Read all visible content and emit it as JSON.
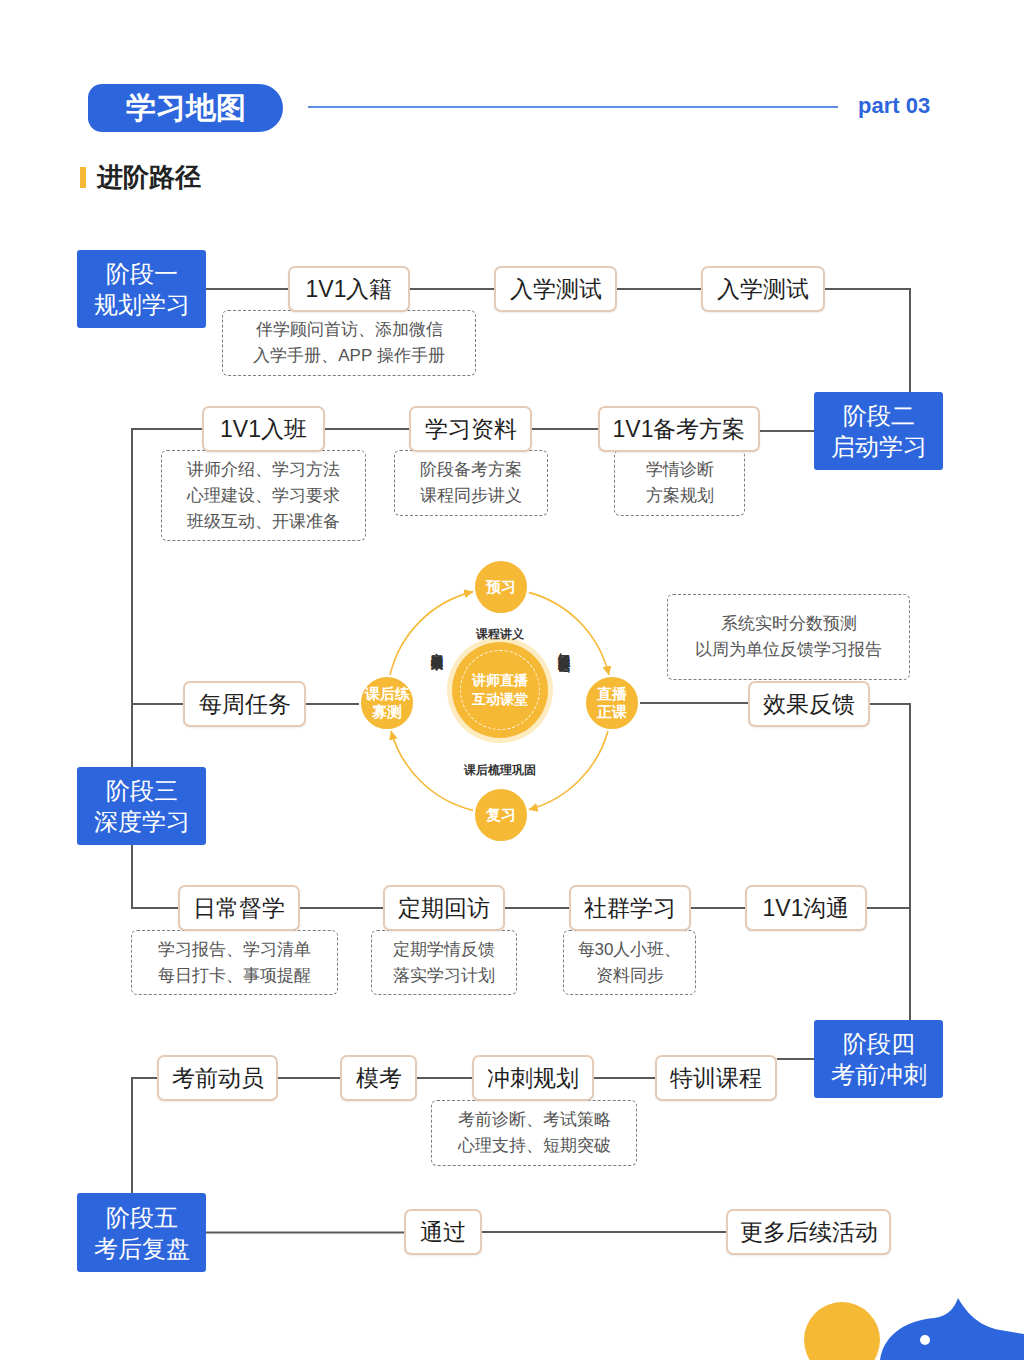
{
  "diagram": {
    "title": "学习地图",
    "nodes": [
      {
        "text": [
          "阶段一 规划学习"
        ]
      },
      {
        "text": [
          "1V1入籍"
        ]
      },
      {
        "text": [
          "伴学顾问首访、添加微信 入学手册、APP 操作手册"
        ]
      },
      {
        "text": [
          "入学测试"
        ]
      },
      {
        "text": [
          "入学测试"
        ]
      },
      {
        "text": [
          "阶段二 启动学习"
        ]
      },
      {
        "text": [
          "1V1备考方案"
        ]
      },
      {
        "text": [
          "学情诊断 方案规划"
        ]
      },
      {
        "text": [
          "学习资料"
        ]
      },
      {
        "text": [
          "阶段备考方案 课程同步讲义"
        ]
      },
      {
        "text": [
          "1V1入班"
        ]
      },
      {
        "text": [
          "讲师介绍、学习方法 心理建设、学习要求 班级互动、开课准备"
        ]
      },
      {
        "text": [
          "每周任务"
        ]
      },
      {
        "text": [
          "课后练 寡测"
        ]
      },
      {
        "text": [
          "预习"
        ]
      },
      {
        "text": [
          "讲师直播 互动课堂"
        ]
      },
      {
        "text": [
          "直播 正课"
        ]
      },
      {
        "text": [
          "复习"
        ]
      },
      {
        "text": [
          "系统实时分数预测 以周为单位反馈学习报告"
        ]
      },
      {
        "text": [
          "效果反馈"
        ]
      },
      {
        "text": [
          "阶段三 深度学习"
        ]
      },
      {
        "text": [
          "日常督学"
        ]
      },
      {
        "text": [
          "学习报告、学习清单 每日打卡、事项提醒"
        ]
      },
      {
        "text": [
          "定期回访"
        ]
      },
      {
        "text": [
          "定期学情反馈 落实学习计划"
        ]
      },
      {
        "text": [
          "社群学习"
        ]
      },
      {
        "text": [
          "每30人小班、 资料同步"
        ]
      },
      {
        "text": [
          "1V1沟通"
        ]
      },
      {
        "text": [
          "阶段四 考前冲刺"
        ]
      },
      {
        "text": [
          "特训课程"
        ]
      },
      {
        "text": [
          "冲刺规划"
        ]
      },
      {
        "text": [
          "考前诊断、考试策略 心理支持、短期突破"
        ]
      },
      {
        "text": [
          "模考"
        ]
      },
      {
        "text": [
          "考前动员"
        ]
      },
      {
        "text": [
          "阶段五 考后复盘"
        ]
      },
      {
        "text": [
          "通过"
        ]
      },
      {
        "text": [
          "更多后续活动"
        ]
      }
    ],
    "edges": [
      {
        "from": 0,
        "to": 1,
        "arrow": "none"
      },
      {
        "from": 1,
        "to": 3,
        "arrow": "none"
      },
      {
        "from": 3,
        "to": 4,
        "arrow": "none"
      },
      {
        "from": 4,
        "to": 5,
        "arrow": "none"
      },
      {
        "from": 5,
        "to": 6,
        "arrow": "none"
      },
      {
        "from": 6,
        "to": 8,
        "arrow": "none"
      },
      {
        "from": 8,
        "to": 10,
        "arrow": "none"
      },
      {
        "from": 10,
        "to": 20,
        "arrow": "none"
      },
      {
        "from": 20,
        "to": 12,
        "arrow": "none"
      },
      {
        "from": 12,
        "to": 13,
        "arrow": "none"
      },
      {
        "from": 14,
        "to": 16,
        "arrow": "to"
      },
      {
        "from": 16,
        "to": 17,
        "arrow": "to"
      },
      {
        "from": 17,
        "to": 13,
        "arrow": "to"
      },
      {
        "from": 13,
        "to": 14,
        "arrow": "to"
      },
      {
        "from": 16,
        "to": 19,
        "arrow": "none"
      },
      {
        "from": 19,
        "to": 27,
        "arrow": "none"
      },
      {
        "from": 27,
        "to": 28,
        "arrow": "none"
      },
      {
        "from": 20,
        "to": 21,
        "arrow": "none"
      },
      {
        "from": 21,
        "to": 23,
        "arrow": "none"
      },
      {
        "from": 23,
        "to": 25,
        "arrow": "none"
      },
      {
        "from": 25,
        "to": 27,
        "arrow": "none"
      },
      {
        "from": 28,
        "to": 29,
        "arrow": "none"
      },
      {
        "from": 29,
        "to": 30,
        "arrow": "none"
      },
      {
        "from": 30,
        "to": 32,
        "arrow": "none"
      },
      {
        "from": 32,
        "to": 33,
        "arrow": "none"
      },
      {
        "from": 33,
        "to": 34,
        "arrow": "none"
      },
      {
        "from": 34,
        "to": 35,
        "arrow": "none"
      },
      {
        "from": 35,
        "to": 36,
        "arrow": "none"
      }
    ],
    "labels": [
      "part 03",
      "进阶路径",
      "课程讲义",
      "知识精讲夯实基础",
      "课后梳理巩固",
      "定期检测学习效果"
    ]
  }
}
